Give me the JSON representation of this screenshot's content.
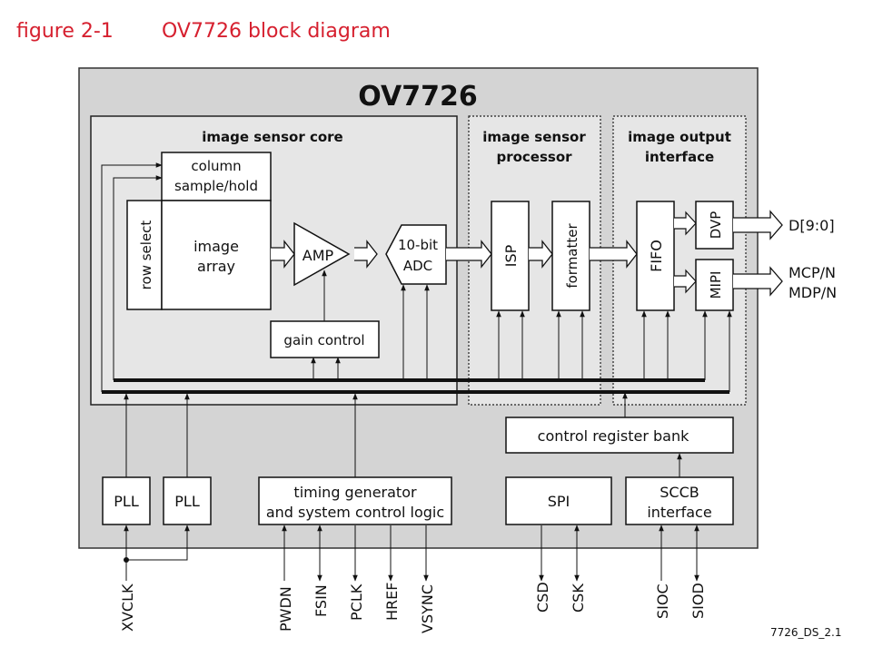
{
  "figure": {
    "label": "figure 2-1",
    "title": "OV7726 block diagram"
  },
  "chip": {
    "name": "OV7726"
  },
  "sections": {
    "sensor_core": "image sensor core",
    "processor": [
      "image sensor",
      "processor"
    ],
    "output_interface": [
      "image output",
      "interface"
    ]
  },
  "blocks": {
    "column_sample": [
      "column",
      "sample/hold"
    ],
    "row_select": "row select",
    "image_array": [
      "image",
      "array"
    ],
    "amp": "AMP",
    "adc": [
      "10-bit",
      "ADC"
    ],
    "gain_control": "gain control",
    "isp": "ISP",
    "formatter": "formatter",
    "fifo": "FIFO",
    "dvp": "DVP",
    "mipi": "MIPI",
    "control_register_bank": "control register bank",
    "pll1": "PLL",
    "pll2": "PLL",
    "timing_generator": [
      "timing generator",
      "and system control logic"
    ],
    "spi": "SPI",
    "sccb": [
      "SCCB",
      "interface"
    ]
  },
  "outputs": {
    "d": "D[9:0]",
    "mcp": "MCP/N",
    "mdp": "MDP/N"
  },
  "pins": [
    "XVCLK",
    "PWDN",
    "FSIN",
    "PCLK",
    "HREF",
    "VSYNC",
    "CSD",
    "CSK",
    "SIOC",
    "SIOD"
  ],
  "footer": {
    "doc_id": "7726_DS_2.1"
  },
  "colors": {
    "figure_red": "#d6202f",
    "chip_fill": "#d4d4d4",
    "core_fill": "#e6e6e6",
    "block_fill": "#ffffff",
    "line": "#111111"
  }
}
